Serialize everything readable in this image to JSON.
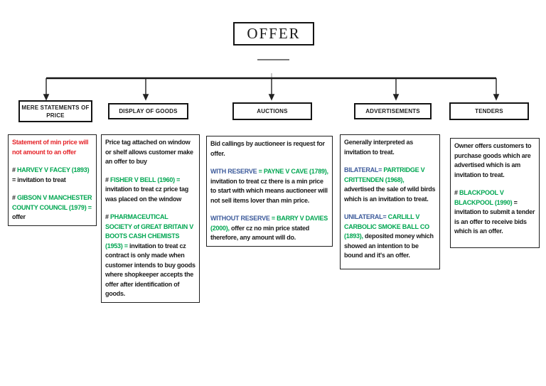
{
  "title": "OFFER",
  "colors": {
    "black": "#1b1b1b",
    "red": "#e5252a",
    "green": "#00a651",
    "blue": "#3d5b9b"
  },
  "branches": [
    {
      "label": "MERE STATEMENTS OF PRICE",
      "paragraphs": [
        [
          {
            "t": "Statement of min price will not amount to an offer",
            "c": "red"
          }
        ],
        [
          {
            "t": "# ",
            "c": "black"
          },
          {
            "t": "HARVEY V FACEY (1893)",
            "c": "green"
          },
          {
            "t": " = invitation to treat",
            "c": "black"
          }
        ],
        [
          {
            "t": "# ",
            "c": "black"
          },
          {
            "t": "GIBSON V MANCHESTER COUNTY COUNCIL (1979) =",
            "c": "green"
          },
          {
            "t": " offer",
            "c": "black"
          }
        ]
      ]
    },
    {
      "label": "DISPLAY OF GOODS",
      "paragraphs": [
        [
          {
            "t": "Price tag attached on window or shelf allows customer make an offer to buy",
            "c": "black"
          }
        ],
        [
          {
            "t": "# ",
            "c": "black"
          },
          {
            "t": "FISHER V BELL (1960) =",
            "c": "green"
          },
          {
            "t": " invitation to treat cz price tag was placed on the window",
            "c": "black"
          }
        ],
        [
          {
            "t": "# ",
            "c": "black"
          },
          {
            "t": "PHARMACEUTICAL SOCIETY of GREAT BRITAIN V BOOTS CASH CHEMISTS (1953) =",
            "c": "green"
          },
          {
            "t": " invitation to treat cz contract is only made when customer intends to buy goods where shopkeeper accepts the offer after identification of goods.",
            "c": "black"
          }
        ]
      ]
    },
    {
      "label": "AUCTIONS",
      "paragraphs": [
        [
          {
            "t": "Bid callings by auctioneer is request for offer.",
            "c": "black"
          }
        ],
        [
          {
            "t": "WITH RESERVE",
            "c": "blue"
          },
          {
            "t": " = PAYNE V CAVE (1789),",
            "c": "green"
          },
          {
            "t": " invitation to treat cz there is a min price to start with which means auctioneer will not sell items lover than min price.",
            "c": "black"
          }
        ],
        [
          {
            "t": "WITHOUT RESERVE",
            "c": "blue"
          },
          {
            "t": " = BARRY V DAVIES (2000),",
            "c": "green"
          },
          {
            "t": " offer cz no min price stated therefore, any amount will do.",
            "c": "black"
          }
        ]
      ]
    },
    {
      "label": "ADVERTISEMENTS",
      "paragraphs": [
        [
          {
            "t": "Generally interpreted as invitation to treat.",
            "c": "black"
          }
        ],
        [
          {
            "t": "BILATERAL=",
            "c": "blue"
          },
          {
            "t": " PARTRIDGE V CRITTENDEN (1968),",
            "c": "green"
          },
          {
            "t": " advertised the sale of wild birds which is an invitation to treat.",
            "c": "black"
          }
        ],
        [
          {
            "t": "UNILATERAL=",
            "c": "blue"
          },
          {
            "t": " CARLILL V CARBOLIC SMOKE BALL CO (1893),",
            "c": "green"
          },
          {
            "t": " deposited money which showed an intention to be bound and it's an offer.",
            "c": "black"
          }
        ]
      ]
    },
    {
      "label": "TENDERS",
      "paragraphs": [
        [
          {
            "t": "Owner offers customers to purchase goods which are advertised which is am invitation to treat.",
            "c": "black"
          }
        ],
        [
          {
            "t": "# ",
            "c": "black"
          },
          {
            "t": "BLACKPOOL V BLACKPOOL (1990)",
            "c": "green"
          },
          {
            "t": " = invitation to submit a tender is an offer to receive bids which is an offer.",
            "c": "black"
          }
        ]
      ]
    }
  ]
}
